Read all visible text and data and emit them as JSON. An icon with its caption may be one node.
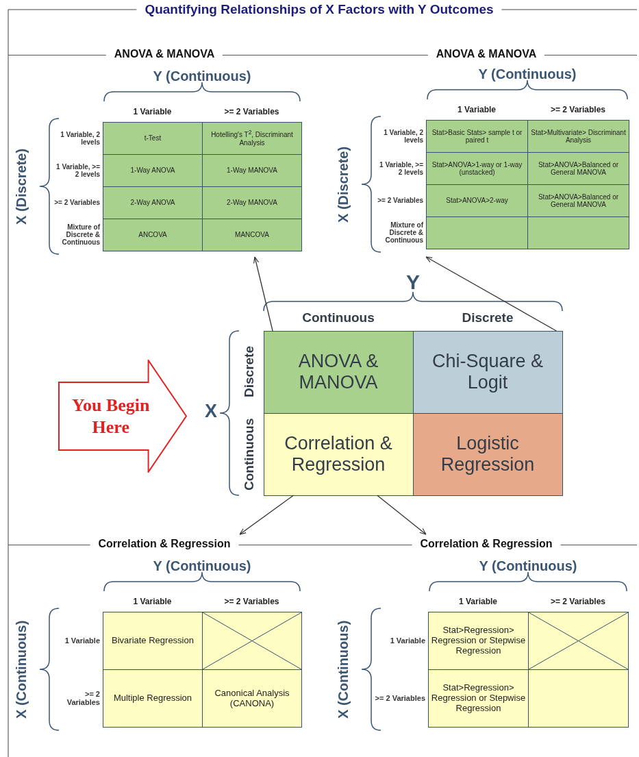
{
  "diagram": {
    "title": "Quantifying Relationships of X Factors with Y Outcomes",
    "nodes": [
      {
        "text": [
          "ANOVA & MANOVA"
        ]
      },
      {
        "text": [
          "t-Test"
        ],
        "in": 0
      },
      {
        "text": [
          "Hotelling's T$^{2}$, Discriminant Analysis"
        ],
        "in": 0
      },
      {
        "text": [
          "1-Way ANOVA"
        ],
        "in": 0
      },
      {
        "text": [
          "1-Way MANOVA"
        ],
        "in": 0
      },
      {
        "text": [
          "2-Way ANOVA"
        ],
        "in": 0
      },
      {
        "text": [
          "2-Way MANOVA"
        ],
        "in": 0
      },
      {
        "text": [
          "ANCOVA"
        ],
        "in": 0
      },
      {
        "text": [
          "MANCOVA"
        ],
        "in": 0
      },
      {
        "text": [
          "ANOVA & MANOVA"
        ]
      },
      {
        "text": [
          "Stat>Basic Stats> sample t or paired t"
        ],
        "in": 9
      },
      {
        "text": [
          "Stat>Multivariate> Discriminant Analysis"
        ],
        "in": 9
      },
      {
        "text": [
          "Stat>ANOVA>1-way or 1-way (unstacked)"
        ],
        "in": 9
      },
      {
        "text": [
          "Stat>ANOVA>Balanced or General MANOVA"
        ],
        "in": 9
      },
      {
        "text": [
          "Stat>ANOVA>2-way"
        ],
        "in": 9
      },
      {
        "text": [
          "Stat>ANOVA>Balanced or General MANOVA"
        ],
        "in": 9
      },
      {
        "text": [],
        "shape": "box",
        "in": 9
      },
      {
        "text": [],
        "shape": "box",
        "in": 9
      },
      {
        "text": [
          "You Begin Here"
        ]
      },
      {
        "text": [],
        "shape": "box"
      },
      {
        "text": [
          "ANOVA & MANOVA"
        ],
        "in": 19
      },
      {
        "text": [
          "Chi-Square & Logit"
        ],
        "in": 19
      },
      {
        "text": [
          "Correlation & Regression"
        ],
        "in": 19
      },
      {
        "text": [
          "Logistic Regression"
        ],
        "in": 19
      },
      {
        "text": [
          "Correlation & Regression"
        ]
      },
      {
        "text": [
          "Bivariate Regression"
        ],
        "in": 24
      },
      {
        "text": [],
        "shape": "cross",
        "in": 24
      },
      {
        "text": [
          "Multiple Regression"
        ],
        "in": 24
      },
      {
        "text": [
          "Canonical Analysis (CANONA)"
        ],
        "in": 24
      },
      {
        "text": [
          "Correlation & Regression"
        ]
      },
      {
        "text": [
          "Stat>Regression> Regression or Stepwise Regression"
        ],
        "in": 29
      },
      {
        "text": [],
        "shape": "cross",
        "in": 29
      },
      {
        "text": [
          "Stat>Regression> Regression or Stepwise Regression"
        ],
        "in": 29
      },
      {
        "text": [],
        "shape": "box",
        "in": 29
      }
    ],
    "edges": [
      {
        "from": 19,
        "to": 0,
        "arrow": "to"
      },
      {
        "from": 19,
        "to": 9,
        "arrow": "to"
      },
      {
        "from": 19,
        "to": 24,
        "arrow": "to"
      },
      {
        "from": 19,
        "to": 29,
        "arrow": "to"
      }
    ],
    "labels": [
      "Y (Continuous)",
      "1 Variable",
      ">= 2 Variables",
      "X (Discrete)",
      "1 Variable, 2 levels",
      "1 Variable, >= 2 levels",
      ">= 2 Variables",
      "Mixture of Discrete & Continuous",
      "Y (Continuous)",
      "1 Variable",
      ">= 2 Variables",
      "X (Discrete)",
      "1 Variable, 2 levels",
      "1 Variable, >= 2 levels",
      ">= 2 Variables",
      "Mixture of Discrete & Continuous",
      "Y",
      "Continuous",
      "Discrete",
      "X",
      "Discrete",
      "Continuous",
      "Y (Continuous)",
      "1 Variable",
      ">= 2 Variables",
      "X (Continuous)",
      "1 Variable",
      ">= 2 Variables",
      "Y (Continuous)",
      "1 Variable",
      ">= 2 Variables",
      "X (Continuous)",
      "1 Variable",
      ">= 2 Variables"
    ]
  }
}
